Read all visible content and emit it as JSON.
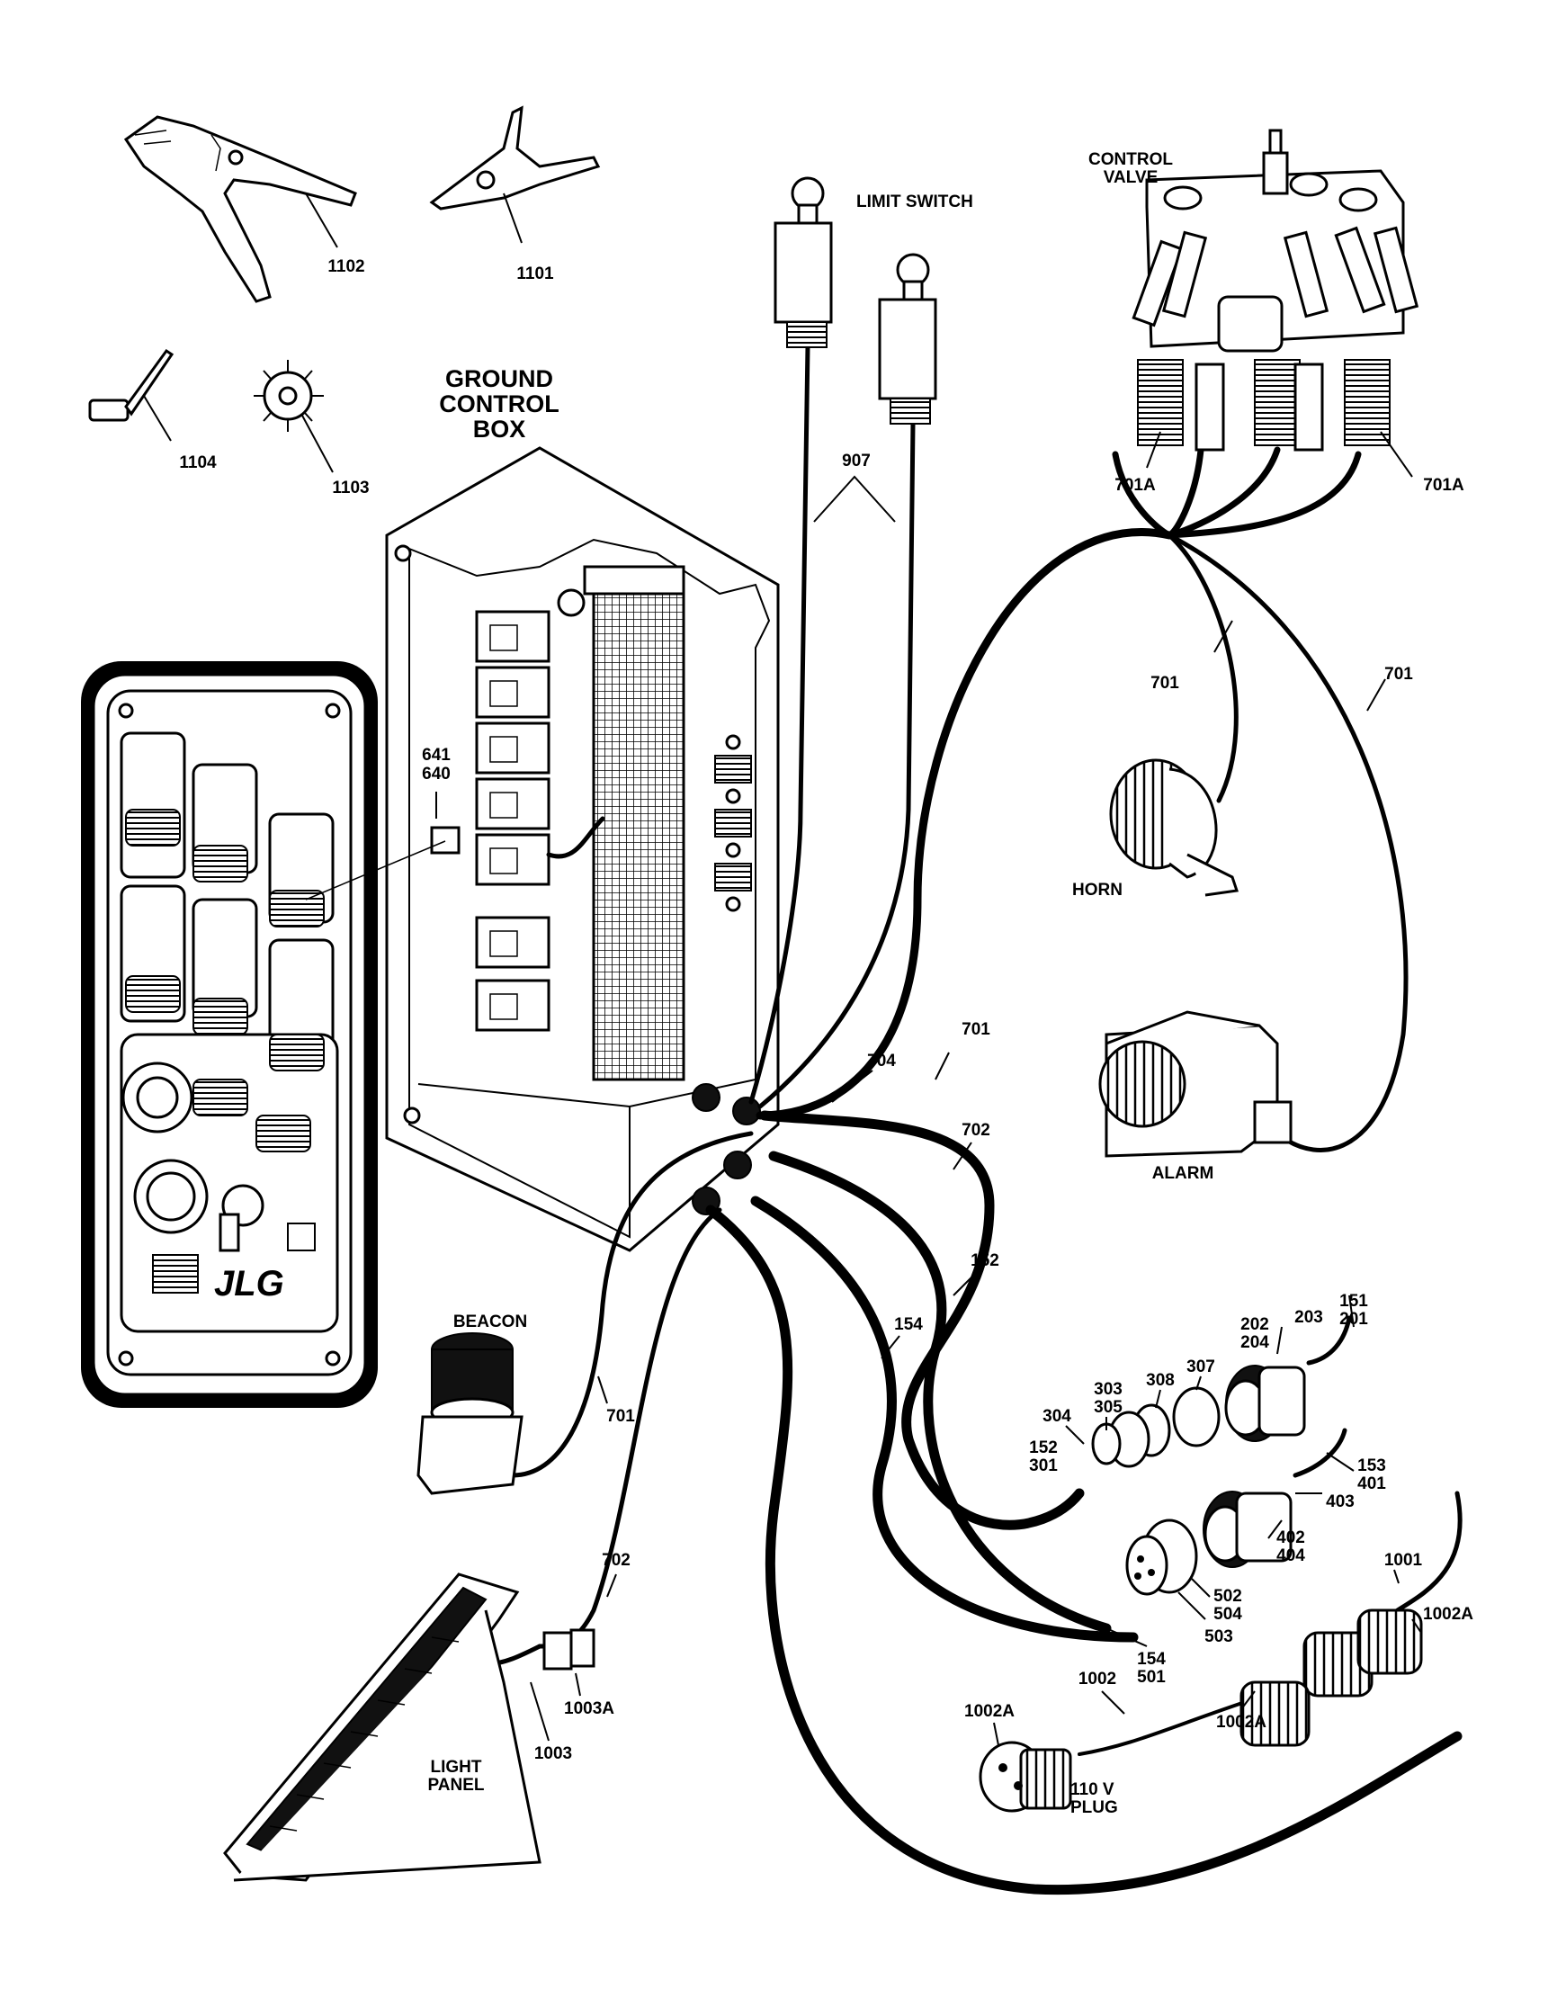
{
  "colors": {
    "ink": "#000000",
    "paper": "#ffffff"
  },
  "titles": {
    "ground_control_box": [
      "GROUND",
      "CONTROL",
      "BOX"
    ],
    "control_valve": [
      "CONTROL",
      "VALVE"
    ],
    "limit_switch": "LIMIT SWITCH",
    "horn": "HORN",
    "alarm": "ALARM",
    "beacon": "BEACON",
    "light_panel": [
      "LIGHT",
      "PANEL"
    ],
    "plug_110v": [
      "110 V",
      "PLUG"
    ],
    "logo": "JLG"
  },
  "callouts": {
    "c1102": "1102",
    "c1101": "1101",
    "c1104": "1104",
    "c1103": "1103",
    "c907": "907",
    "c701a_left": "701A",
    "c701a_right": "701A",
    "c701_upper_left": "701",
    "c701_upper_right": "701",
    "c641": "641",
    "c640": "640",
    "c704": "704",
    "c701_mid": "701",
    "c702_top": "702",
    "c152": "152",
    "c154": "154",
    "c701_beacon": "701",
    "c702_bottom": "702",
    "c1003a": "1003A",
    "c1003": "1003",
    "c151": "151",
    "c201": "201",
    "c202": "202",
    "c204": "204",
    "c203": "203",
    "c307": "307",
    "c308": "308",
    "c303": "303",
    "c305": "305",
    "c304": "304",
    "c152_b": "152",
    "c301": "301",
    "c153": "153",
    "c401": "401",
    "c403": "403",
    "c402": "402",
    "c404": "404",
    "c502": "502",
    "c504": "504",
    "c503": "503",
    "c154_b": "154",
    "c501": "501",
    "c1001": "1001",
    "c1002a_r": "1002A",
    "c1002": "1002",
    "c1002a_l": "1002A",
    "c1002a_m": "1002A"
  }
}
